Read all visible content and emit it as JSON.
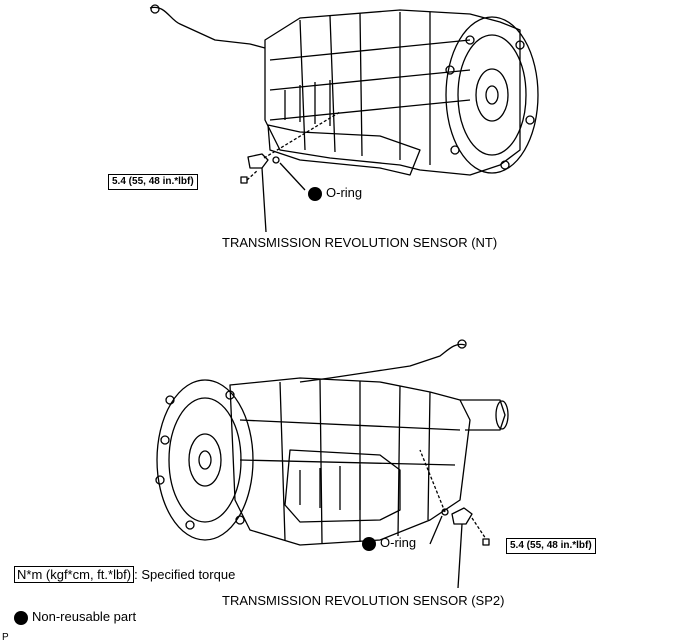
{
  "top": {
    "torque": "5.4 (55, 48 in.*lbf)",
    "oring": "O-ring",
    "sensor": "TRANSMISSION REVOLUTION SENSOR (NT)"
  },
  "bottom": {
    "torque": "5.4 (55, 48 in.*lbf)",
    "oring": "O-ring",
    "sensor": "TRANSMISSION REVOLUTION SENSOR (SP2)"
  },
  "legend": {
    "unit_box": "N*m (kgf*cm, ft.*lbf)",
    "unit_text": ": Specified torque",
    "nonreusable": "Non-reusable part"
  },
  "footer": "P"
}
